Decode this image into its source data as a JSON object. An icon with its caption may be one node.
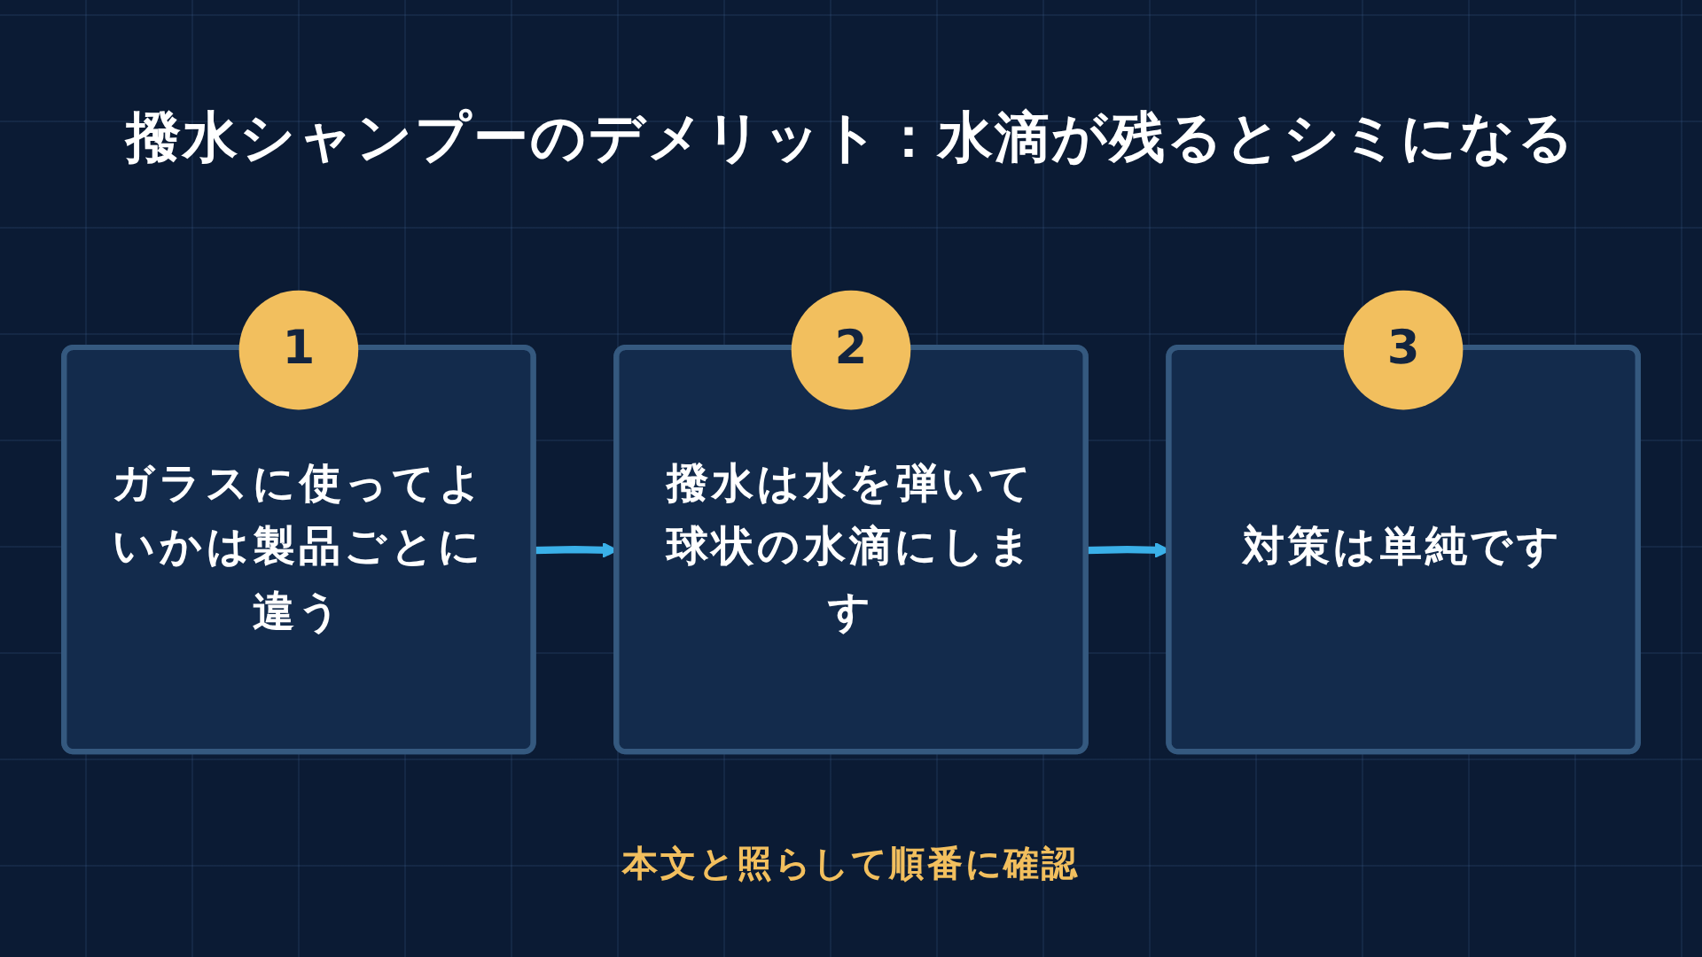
{
  "diagram": {
    "title": "撥水シャンプーのデメリット：水滴が残るとシミになる",
    "nodes": [
      {
        "text": [
          "1"
        ]
      },
      {
        "text": [
          "ガラスに使ってよいかは製品ごとに違う"
        ]
      },
      {
        "text": [
          "2"
        ]
      },
      {
        "text": [
          "撥水は水を弾いて球状の水滴にします"
        ]
      },
      {
        "text": [
          "3"
        ]
      },
      {
        "text": [
          "対策は単純です"
        ]
      }
    ],
    "edges": [
      {
        "from": 1,
        "to": 3,
        "arrow": "to"
      },
      {
        "from": 3,
        "to": 5,
        "arrow": "to"
      }
    ],
    "caption": "本文と照らして順番に確認"
  }
}
